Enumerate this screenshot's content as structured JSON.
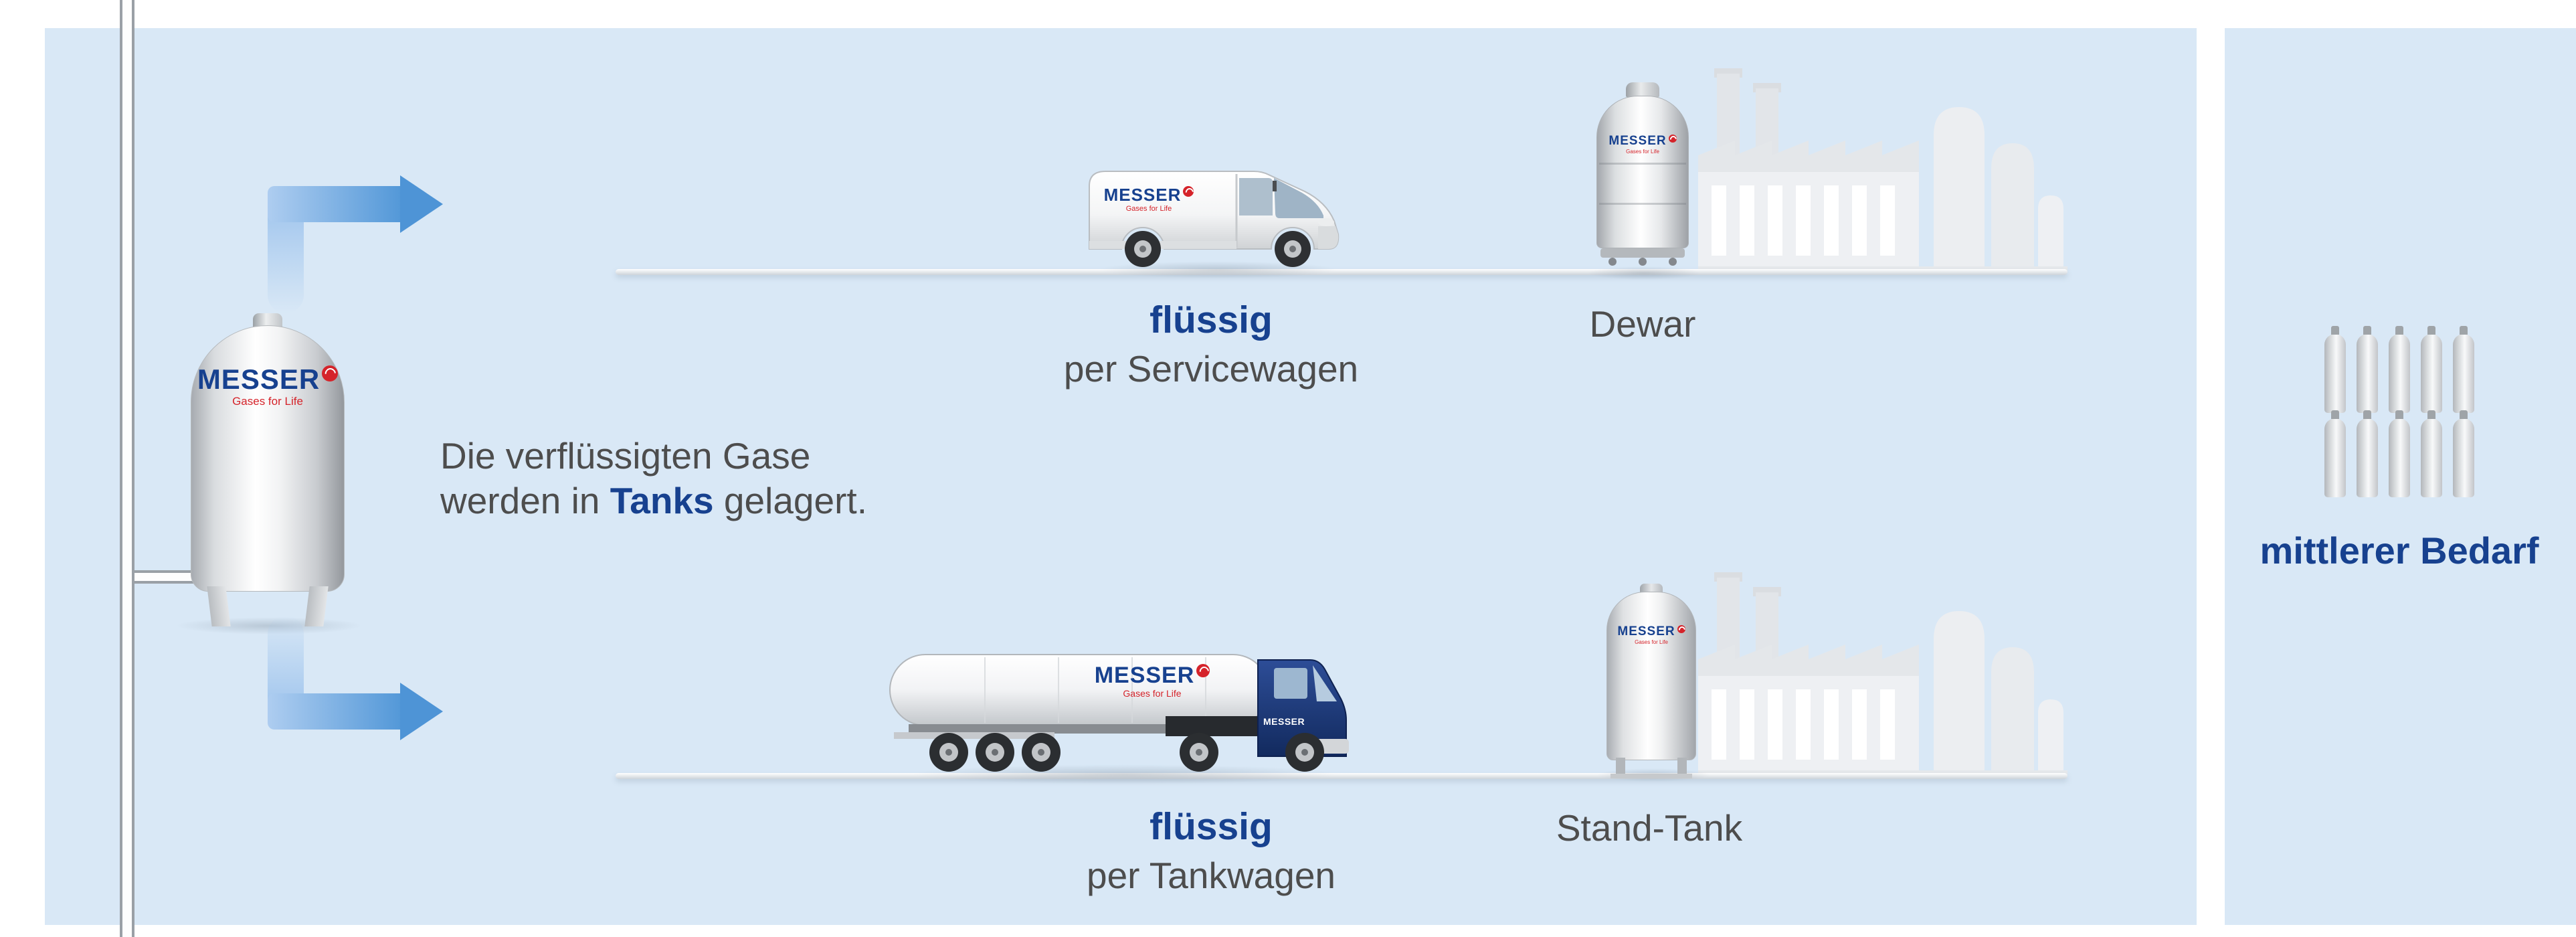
{
  "brand": {
    "name": "MESSER",
    "tagline": "Gases for Life"
  },
  "colors": {
    "panel_bg": "#d9e8f6",
    "accent_blue": "#17418f",
    "text_gray": "#4d4d4d",
    "arrow_blue": "#5398d8",
    "brand_red": "#d5232a"
  },
  "icons": {
    "logo_mark": "red circle with white swoosh",
    "flow_arrow": "thick light-to-dark blue right arrow"
  },
  "storage": {
    "caption_line1": "Die verflüssigten Gase",
    "caption_line2_pre": "werden in ",
    "caption_line2_bold": "Tanks",
    "caption_line2_post": " gelagert."
  },
  "route_top": {
    "mode": "flüssig",
    "carrier": "per Servicewagen",
    "destination": "Dewar"
  },
  "route_bottom": {
    "mode": "flüssig",
    "carrier": "per Tankwagen",
    "destination": "Stand-Tank"
  },
  "right_panel": {
    "label": "mittlerer Bedarf"
  }
}
